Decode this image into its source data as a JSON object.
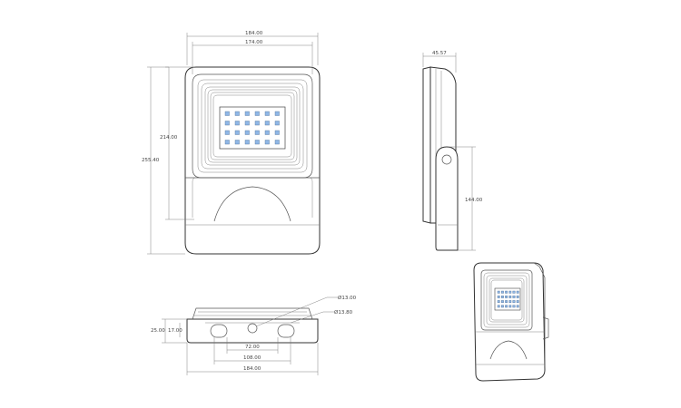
{
  "views": {
    "front": {
      "dims": {
        "overall_width": "184.00",
        "inner_width": "174.00",
        "inner_height": "214.00",
        "overall_height": "255.40"
      }
    },
    "side": {
      "dims": {
        "depth": "45.57",
        "bracket_height": "144.00"
      }
    },
    "bottom": {
      "dims": {
        "hole_dia_1": "Ø13.00",
        "hole_dia_2": "Ø13.80",
        "bracket_height_1": "25.00",
        "bracket_height_2": "17.00",
        "hole_spacing": "72.00",
        "slot_spacing": "108.00",
        "overall_width": "184.00"
      }
    }
  },
  "colors": {
    "line": "#555555",
    "body_outline": "#333333",
    "led": "#8fb7e6"
  }
}
